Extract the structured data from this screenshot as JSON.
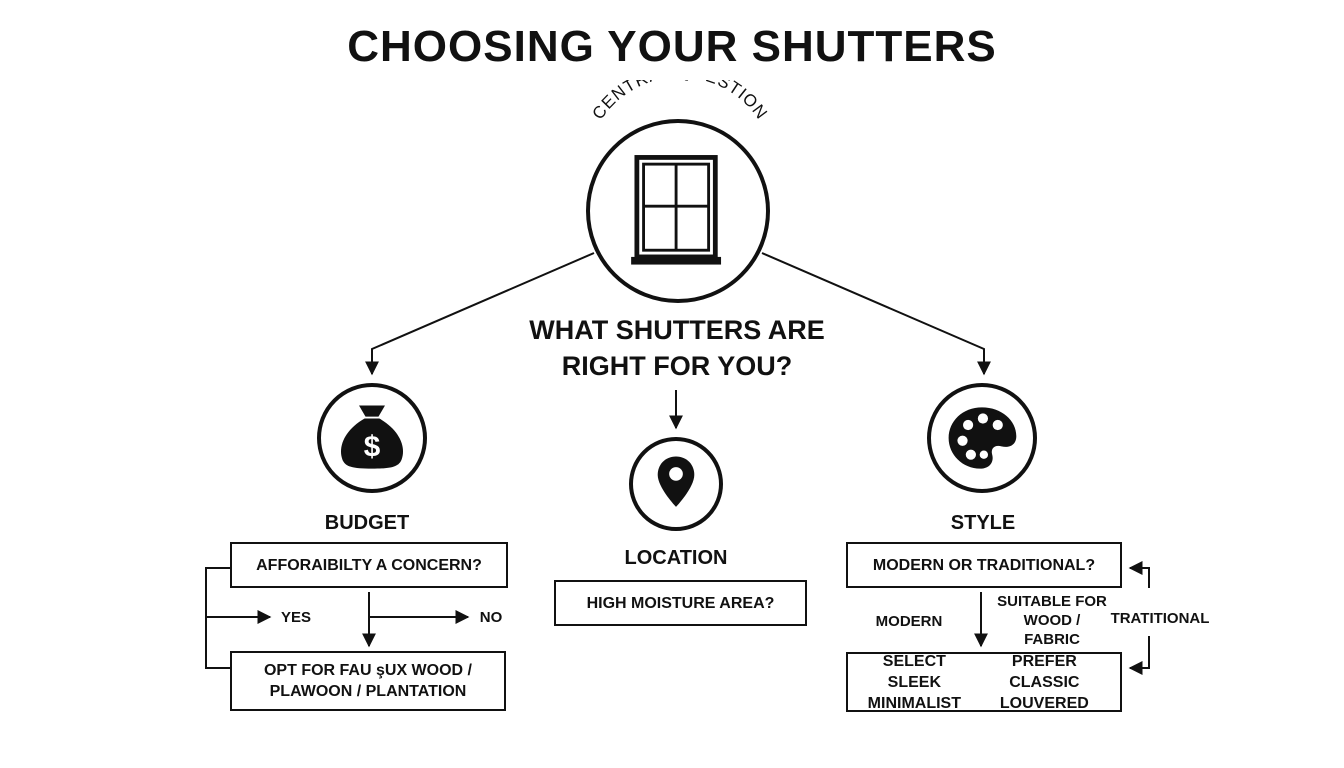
{
  "title": "CHOOSING YOUR SHUTTERS",
  "central": {
    "label": "CENTRAL QUESTION",
    "icon": "window-icon",
    "question_line1": "WHAT SHUTTERS ARE",
    "question_line2": "RIGHT FOR YOU?"
  },
  "budget": {
    "icon": "money-bag-icon",
    "heading": "BUDGET",
    "question": "AFFORAIBILTY A CONCERN?",
    "yes": "YES",
    "no": "NO",
    "result_line1": "OPT FOR FAU şUX WOOD /",
    "result_line2": "PLAWOON / PLANTATION"
  },
  "location": {
    "icon": "location-pin-icon",
    "heading": "LOCATION",
    "question": "HIGH MOISTURE AREA?"
  },
  "style": {
    "icon": "palette-icon",
    "heading": "STYLE",
    "question": "MODERN OR TRADITIONAL?",
    "modern": "MODERN",
    "suitable_line1": "SUITABLE FOR",
    "suitable_line2": "WOOD /",
    "suitable_line3": "FABRIC",
    "traditional": "TRATITIONAL",
    "result_left_line1": "SELECT SLEEK",
    "result_left_line2": "MINIMALIST",
    "result_right_line1": "PREFER CLASSIC",
    "result_right_line2": "LOUVERED"
  }
}
